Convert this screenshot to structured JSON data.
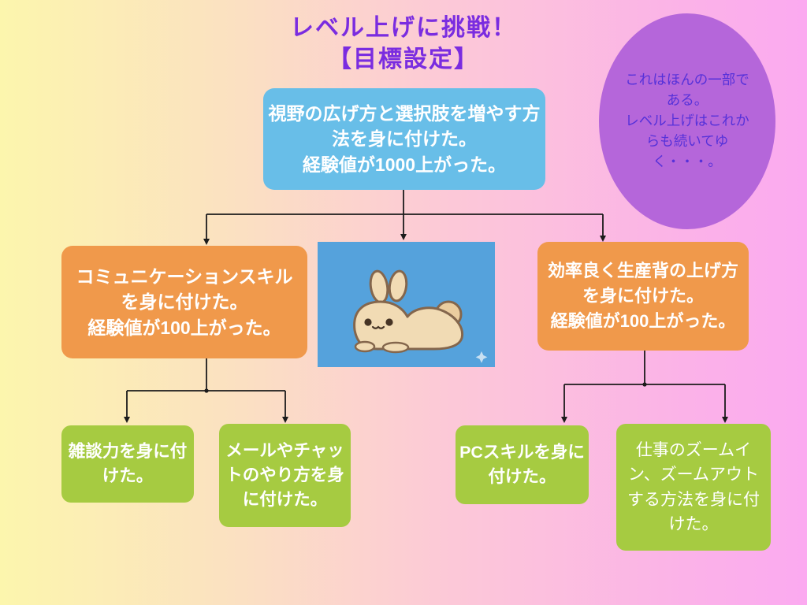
{
  "title": "レベル上げに挑戦！\n【目標設定】",
  "root": {
    "text": "視野の広げ方と選択肢を増やす方\n法を身に付けた。\n経験値が1000上がった。",
    "bg": "#68BEE8"
  },
  "side_note": {
    "text": "これはほんの一部で\nある。\nレベル上げはこれか\nらも続いてゆ\nく・・・。",
    "bg": "#B566DA",
    "text_color": "#5631D9"
  },
  "branches": [
    {
      "name": "communication-skill",
      "text": "コミュニケーションスキル\nを身に付けた。\n経験値が100上がった。",
      "bg": "#F0994B",
      "children": [
        {
          "name": "small-talk",
          "text": "雑談力を身に付\nけた。",
          "bg": "#A6CB41"
        },
        {
          "name": "email-chat",
          "text": "メールやチャッ\nトのやり方を身\nに付けた。",
          "bg": "#A6CB41"
        }
      ]
    },
    {
      "name": "productivity",
      "text": "効率良く生産背の上げ方\nを身に付けた。\n経験値が100上がった。",
      "bg": "#F0994B",
      "children": [
        {
          "name": "pc-skill",
          "text": "PCスキルを身に\n付けた。",
          "bg": "#A6CB41"
        },
        {
          "name": "zoom-in-out",
          "text": "仕事のズームイ\nン、ズームアウト\nする方法を身に付\nけた。",
          "bg": "#A6CB41"
        }
      ]
    }
  ],
  "center_image": {
    "name": "bunny-illustration",
    "bg": "#55A2DC"
  },
  "colors": {
    "background_gradient": [
      "#FCF6AD",
      "#FBE0C2",
      "#FCC9D7",
      "#FBAAF0"
    ],
    "title_text": "#7A2CE0",
    "node_text": "#FFFFFF",
    "connector": "#1B1B1B"
  }
}
